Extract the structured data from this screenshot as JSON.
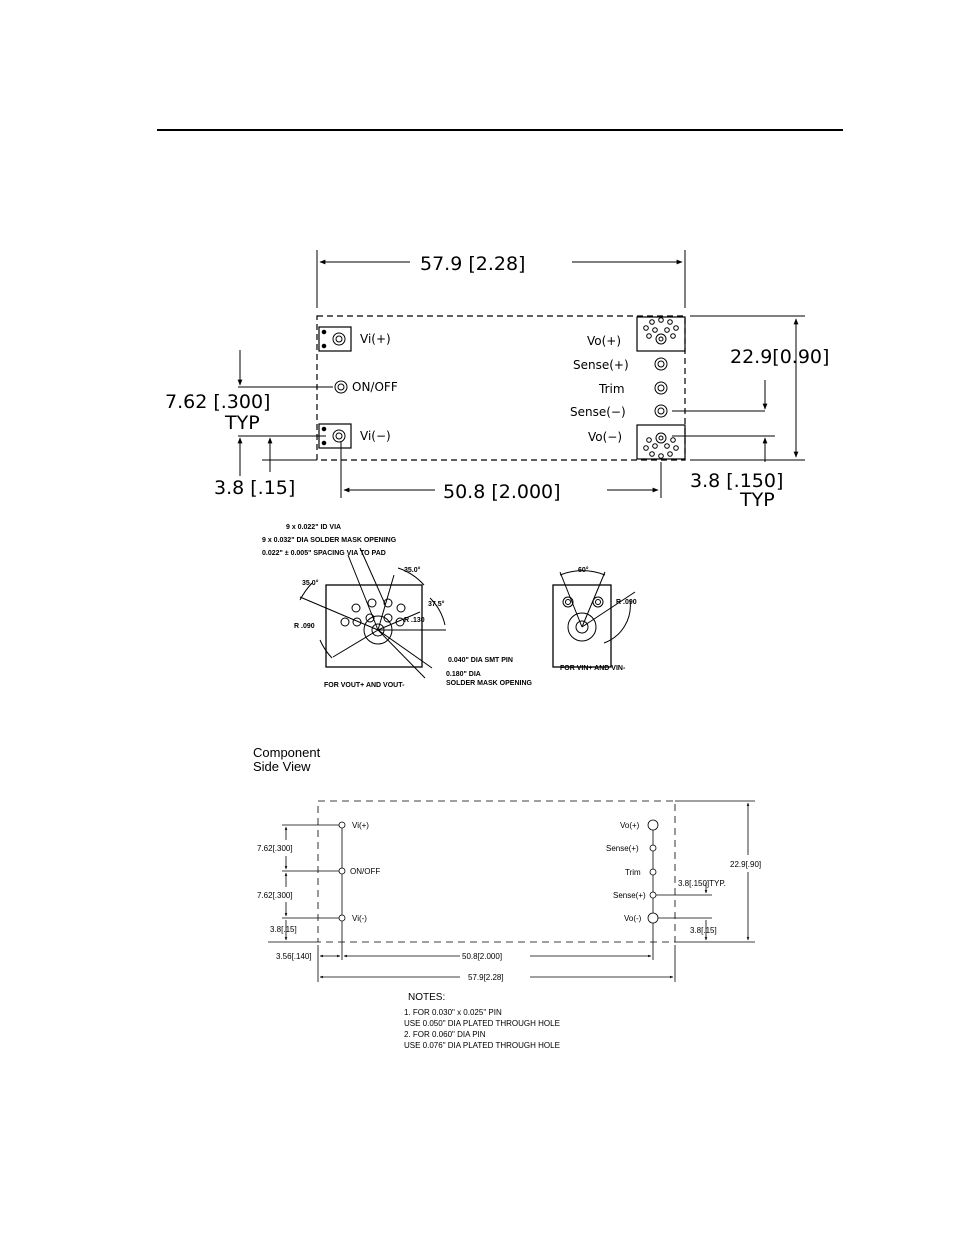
{
  "top_view": {
    "width_dim": "57.9 [2.28]",
    "height_dim": "22.9[0.90]",
    "pitch_dim_a": "7.62 [.300]",
    "pitch_dim_b": "TYP",
    "edge_left_dim": "3.8 [.15]",
    "span_dim": "50.8 [2.000]",
    "edge_right_dim_a": "3.8 [.150]",
    "edge_right_dim_b": "TYP",
    "pins": {
      "vi_plus": "Vi(+)",
      "on_off": "ON/OFF",
      "vi_minus": "Vi(−)",
      "vo_plus": "Vo(+)",
      "sense_plus": "Sense(+)",
      "trim": "Trim",
      "sense_minus": "Sense(−)",
      "vo_minus": "Vo(−)"
    }
  },
  "pad_detail": {
    "note1": "9 x 0.022\" ID VIA",
    "note2": "9 x 0.032\" DIA SOLDER MASK OPENING",
    "note3": "0.022\" ± 0.005\" SPACING VIA TO PAD",
    "angle_a": "35.0°",
    "angle_b": "35.0°",
    "angle_c": "37.5°",
    "radius_a": "R .090",
    "radius_b": "R .130",
    "pin_note": "0.040\" DIA SMT PIN",
    "mask_note_a": "0.180\" DIA",
    "mask_note_b": "SOLDER MASK OPENING",
    "caption_vout": "FOR VOUT+ AND VOUT-",
    "angle_60": "60°",
    "radius_vin": "R .090",
    "caption_vin": "FOR VIN+ AND VIN-"
  },
  "side_view": {
    "title_a": "Component",
    "title_b": "Side  View",
    "pins": {
      "vi_plus": "Vi(+)",
      "on_off": "ON/OFF",
      "vi_minus": "Vi(-)",
      "vo_plus": "Vo(+)",
      "sense_plus": "Sense(+)",
      "trim": "Trim",
      "sense_minus": "Sense(+)",
      "vo_minus": "Vo(-)"
    },
    "dim_pitch_1": "7.62[.300]",
    "dim_pitch_2": "7.62[.300]",
    "dim_edge_left": "3.8[.15]",
    "dim_offset": "3.56[.140]",
    "dim_span": "50.8[2.000]",
    "dim_width": "57.9[2.28]",
    "dim_height": "22.9[.90]",
    "dim_edge_right_a": "3.8[.150]TYP.",
    "dim_edge_right_b": "3.8[.15]"
  },
  "notes": {
    "title": "NOTES:",
    "line1": "1. FOR 0.030\" x 0.025\" PIN",
    "line2": "USE 0.050\" DIA PLATED THROUGH HOLE",
    "line3": "2. FOR 0.060\" DIA PIN",
    "line4": "USE 0.076\" DIA PLATED THROUGH HOLE"
  }
}
